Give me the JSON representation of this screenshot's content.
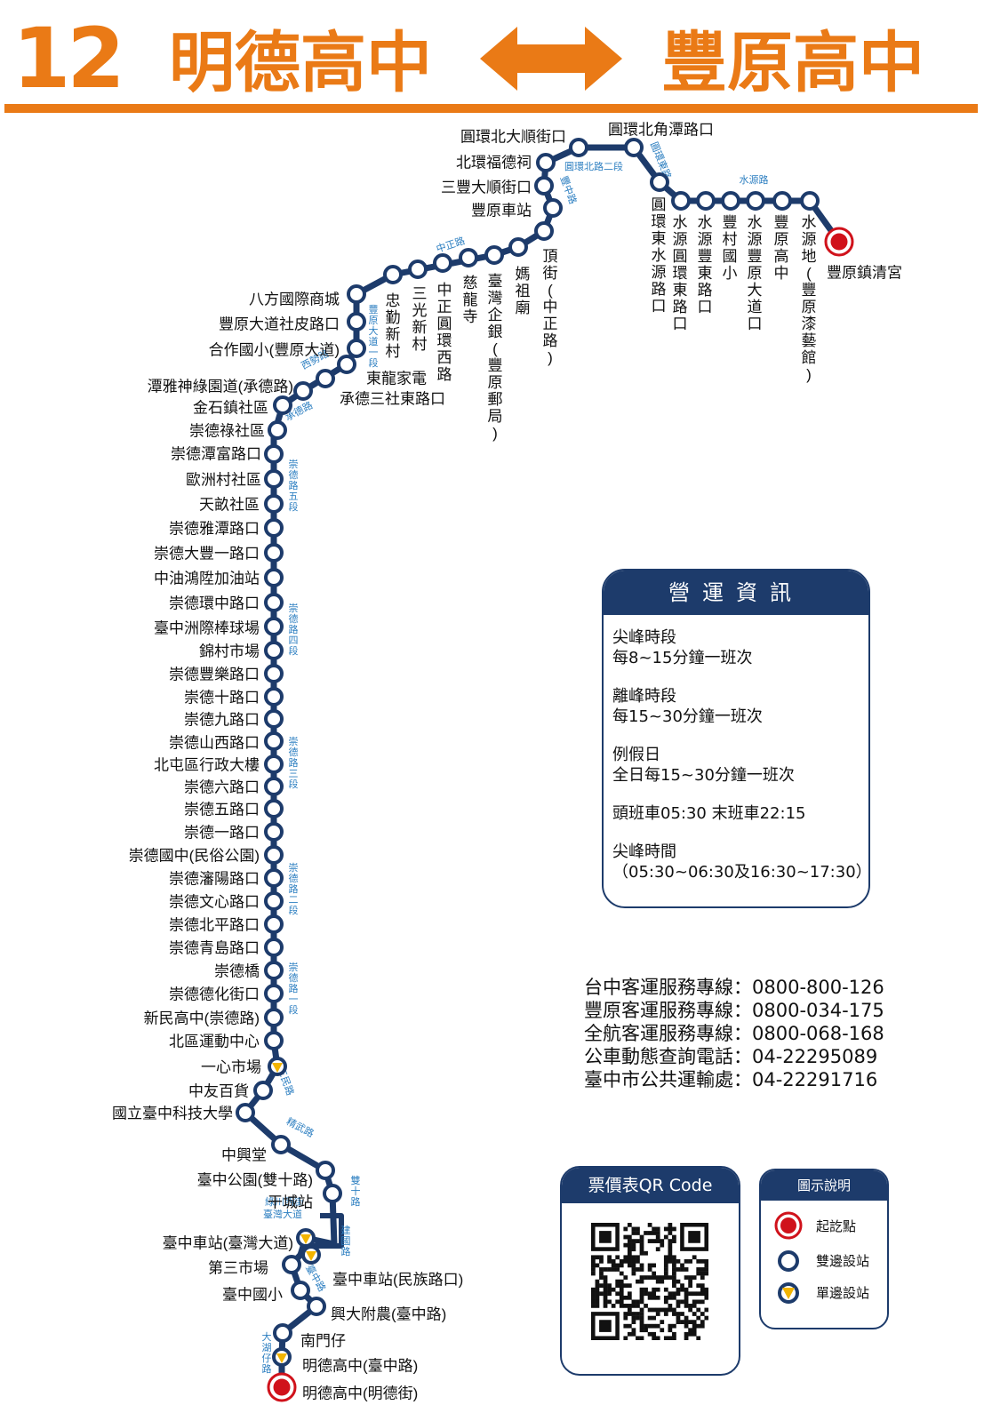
{
  "header": {
    "route_number": "12",
    "from": "明德高中",
    "to": "豐原高中"
  },
  "stops": [
    {
      "name": "豐原鎮清宮",
      "type": "terminal"
    },
    {
      "name": "水源地(豐原漆藝館)",
      "type": "both"
    },
    {
      "name": "豐原高中",
      "type": "both"
    },
    {
      "name": "水源豐原大道口",
      "type": "both"
    },
    {
      "name": "豐村國小",
      "type": "both"
    },
    {
      "name": "水源豐東路口",
      "type": "both"
    },
    {
      "name": "水源圓環東路口",
      "type": "both"
    },
    {
      "name": "圓環東水源路口",
      "type": "both"
    },
    {
      "name": "圓環北角潭路口",
      "type": "both"
    },
    {
      "name": "圓環北大順街口",
      "type": "both"
    },
    {
      "name": "北環福德祠",
      "type": "both"
    },
    {
      "name": "三豐大順街口",
      "type": "both"
    },
    {
      "name": "豐原車站",
      "type": "both"
    },
    {
      "name": "頂街(中正路)",
      "type": "both"
    },
    {
      "name": "媽祖廟",
      "type": "both"
    },
    {
      "name": "臺灣企銀(豐原郵局)",
      "type": "both"
    },
    {
      "name": "慈龍寺",
      "type": "both"
    },
    {
      "name": "中正圓環西路",
      "type": "both"
    },
    {
      "name": "三光新村",
      "type": "both"
    },
    {
      "name": "忠勤新村",
      "type": "both"
    },
    {
      "name": "八方國際商城",
      "type": "both"
    },
    {
      "name": "豐原大道社皮路口",
      "type": "both"
    },
    {
      "name": "合作國小(豐原大道)",
      "type": "both"
    },
    {
      "name": "東龍家電",
      "type": "both"
    },
    {
      "name": "承德三社東路口",
      "type": "both"
    },
    {
      "name": "潭雅神綠園道(承德路)",
      "type": "both"
    },
    {
      "name": "金石鎮社區",
      "type": "both"
    },
    {
      "name": "崇德祿社區",
      "type": "both"
    },
    {
      "name": "崇德潭富路口",
      "type": "both"
    },
    {
      "name": "歐洲村社區",
      "type": "both"
    },
    {
      "name": "天畝社區",
      "type": "both"
    },
    {
      "name": "崇德雅潭路口",
      "type": "both"
    },
    {
      "name": "崇德大豐一路口",
      "type": "both"
    },
    {
      "name": "中油鴻陞加油站",
      "type": "both"
    },
    {
      "name": "崇德環中路口",
      "type": "both"
    },
    {
      "name": "臺中洲際棒球場",
      "type": "both"
    },
    {
      "name": "錦村市場",
      "type": "both"
    },
    {
      "name": "崇德豐樂路口",
      "type": "both"
    },
    {
      "name": "崇德十路口",
      "type": "both"
    },
    {
      "name": "崇德九路口",
      "type": "both"
    },
    {
      "name": "崇德山西路口",
      "type": "both"
    },
    {
      "name": "北屯區行政大樓",
      "type": "both"
    },
    {
      "name": "崇德六路口",
      "type": "both"
    },
    {
      "name": "崇德五路口",
      "type": "both"
    },
    {
      "name": "崇德一路口",
      "type": "both"
    },
    {
      "name": "崇德國中(民俗公園)",
      "type": "both"
    },
    {
      "name": "崇德瀋陽路口",
      "type": "both"
    },
    {
      "name": "崇德文心路口",
      "type": "both"
    },
    {
      "name": "崇德北平路口",
      "type": "both"
    },
    {
      "name": "崇德青島路口",
      "type": "both"
    },
    {
      "name": "崇德橋",
      "type": "both"
    },
    {
      "name": "崇德德化街口",
      "type": "both"
    },
    {
      "name": "新民高中(崇德路)",
      "type": "both"
    },
    {
      "name": "北區運動中心",
      "type": "both"
    },
    {
      "name": "一心市場",
      "type": "single"
    },
    {
      "name": "中友百貨",
      "type": "both"
    },
    {
      "name": "國立臺中科技大學",
      "type": "both"
    },
    {
      "name": "中興堂",
      "type": "both"
    },
    {
      "name": "臺中公園(雙十路)",
      "type": "both"
    },
    {
      "name": "干城站",
      "type": "both"
    },
    {
      "name": "臺中車站(臺灣大道)",
      "type": "single"
    },
    {
      "name": "臺中車站(民族路口)",
      "type": "single"
    },
    {
      "name": "第三市場",
      "type": "both"
    },
    {
      "name": "臺中國小",
      "type": "both"
    },
    {
      "name": "興大附農(臺中路)",
      "type": "both"
    },
    {
      "name": "南門仔",
      "type": "both"
    },
    {
      "name": "明德高中(臺中路)",
      "type": "single"
    },
    {
      "name": "明德高中(明德街)",
      "type": "terminal"
    }
  ],
  "road_labels": [
    "水源路",
    "圓環東路",
    "圓環北路二段",
    "豐中路",
    "中正路",
    "豐原大道一段",
    "西勢路",
    "承德路",
    "崇德路五段",
    "崇德路四段",
    "崇德路三段",
    "崇德路二段",
    "崇德路一段",
    "三民路",
    "精武路",
    "雙十路",
    "綠川西街",
    "臺灣大道",
    "建國路",
    "臺中路",
    "大湖仔路"
  ],
  "info": {
    "title": "營運資訊",
    "peak_label": "尖峰時段",
    "peak_value": "每8~15分鐘一班次",
    "offpeak_label": "離峰時段",
    "offpeak_value": "每15~30分鐘一班次",
    "holiday_label": "例假日",
    "holiday_value": "全日每15~30分鐘一班次",
    "first_last": "頭班車05:30  末班車22:15",
    "peak_time_label": "尖峰時間",
    "peak_time_value": "（05:30~06:30及16:30~17:30）"
  },
  "hotlines": [
    {
      "label": "台中客運服務專線：",
      "number": "0800-800-126"
    },
    {
      "label": "豐原客運服務專線：",
      "number": "0800-034-175"
    },
    {
      "label": "全航客運服務專線：",
      "number": "0800-068-168"
    },
    {
      "label": "公車動態查詢電話：",
      "number": "04-22295089"
    },
    {
      "label": "臺中市公共運輸處：",
      "number": "04-22291716"
    }
  ],
  "qr": {
    "title": "票價表QR Code"
  },
  "legend": {
    "title": "圖示說明",
    "items": [
      {
        "symbol": "terminal",
        "label": "起訖點"
      },
      {
        "symbol": "both",
        "label": "雙邊設站"
      },
      {
        "symbol": "single",
        "label": "單邊設站"
      }
    ]
  },
  "colors": {
    "accent": "#ea7a16",
    "route": "#1d3b6b",
    "road_label": "#2d7fc1",
    "terminal": "#d0121b",
    "single": "#f2b400"
  }
}
